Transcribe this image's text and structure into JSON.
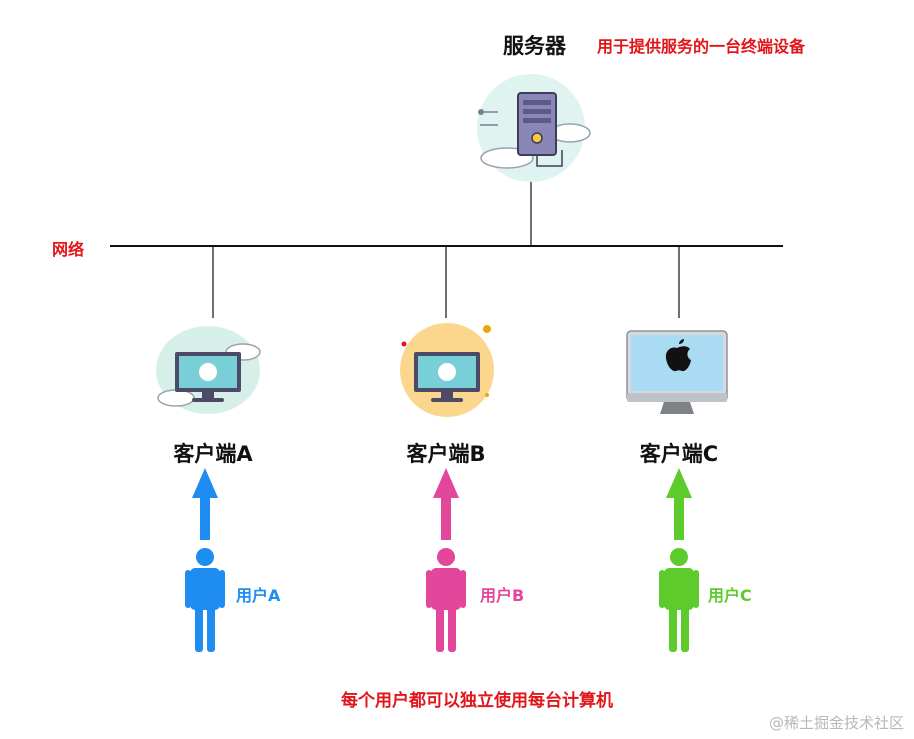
{
  "server": {
    "title": "服务器",
    "description": "用于提供服务的一台终端设备"
  },
  "network": {
    "label": "网络"
  },
  "clients": [
    {
      "label": "客户端A",
      "icon": "monitor-cloud-icon"
    },
    {
      "label": "客户端B",
      "icon": "monitor-sun-icon"
    },
    {
      "label": "客户端C",
      "icon": "imac-icon"
    }
  ],
  "users": [
    {
      "label": "用户A",
      "color": "#1e8cf0"
    },
    {
      "label": "用户B",
      "color": "#e2479b"
    },
    {
      "label": "用户C",
      "color": "#5ecb2c"
    }
  ],
  "footer": "每个用户都可以独立使用每台计算机",
  "watermark": "@稀土掘金技术社区",
  "colors": {
    "accent_red": "#e0161b",
    "line": "#111111"
  }
}
